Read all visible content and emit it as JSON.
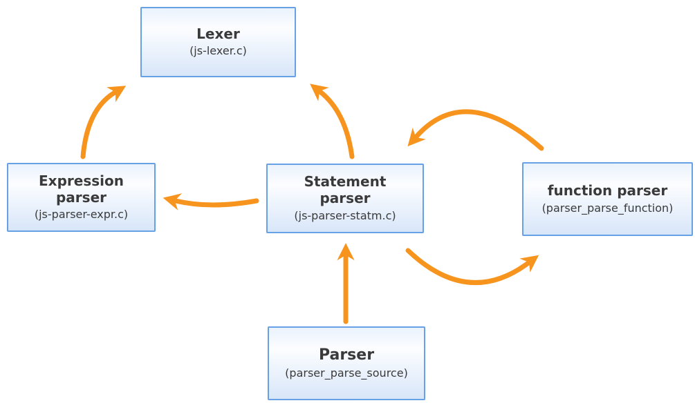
{
  "diagram": {
    "nodes": {
      "lexer": {
        "title": "Lexer",
        "subtitle": "(js-lexer.c)"
      },
      "expression_parser": {
        "title": "Expression parser",
        "subtitle": "(js-parser-expr.c)"
      },
      "statement_parser": {
        "title": "Statement parser",
        "subtitle": "(js-parser-statm.c)"
      },
      "function_parser": {
        "title": "function parser",
        "subtitle": "(parser_parse_function)"
      },
      "parser": {
        "title": "Parser",
        "subtitle": "(parser_parse_source)"
      }
    },
    "edges": [
      {
        "from": "expression_parser",
        "to": "lexer"
      },
      {
        "from": "statement_parser",
        "to": "lexer"
      },
      {
        "from": "statement_parser",
        "to": "expression_parser"
      },
      {
        "from": "function_parser",
        "to": "statement_parser"
      },
      {
        "from": "statement_parser",
        "to": "function_parser"
      },
      {
        "from": "parser",
        "to": "statement_parser"
      }
    ],
    "colors": {
      "arrow": "#F7941E",
      "node_border": "#66A1E6",
      "node_fill_top": "#EAF2FC",
      "node_fill_bottom": "#D8E6F9",
      "text": "#3A3A3A",
      "background": "#FFFFFF"
    }
  }
}
